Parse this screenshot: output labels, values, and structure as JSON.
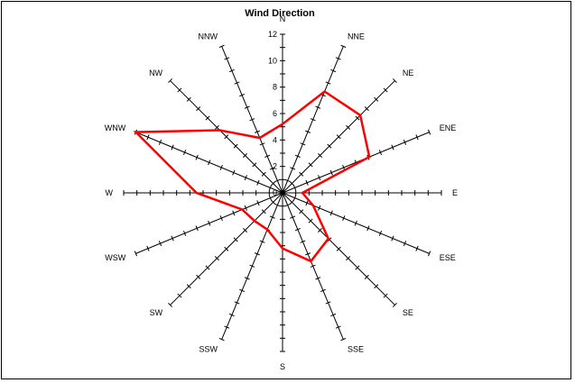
{
  "chart_data": {
    "type": "radar",
    "title": "Wind Direction",
    "directions": [
      "N",
      "NNE",
      "NE",
      "ENE",
      "E",
      "ESE",
      "SE",
      "SSE",
      "S",
      "SSW",
      "SW",
      "WSW",
      "W",
      "WNW",
      "NW",
      "NNW"
    ],
    "r_ticks": [
      0,
      2,
      4,
      6,
      8,
      10,
      12
    ],
    "r_max": 12,
    "grid": false,
    "legend": "none",
    "series": [
      {
        "values": [
          5.2,
          8.3,
          8.3,
          7.1,
          1.5,
          2.5,
          4.9,
          5.6,
          4.2,
          3.0,
          3.0,
          3.3,
          6.5,
          12.0,
          6.7,
          4.5
        ],
        "color": "#ff0000"
      }
    ]
  }
}
